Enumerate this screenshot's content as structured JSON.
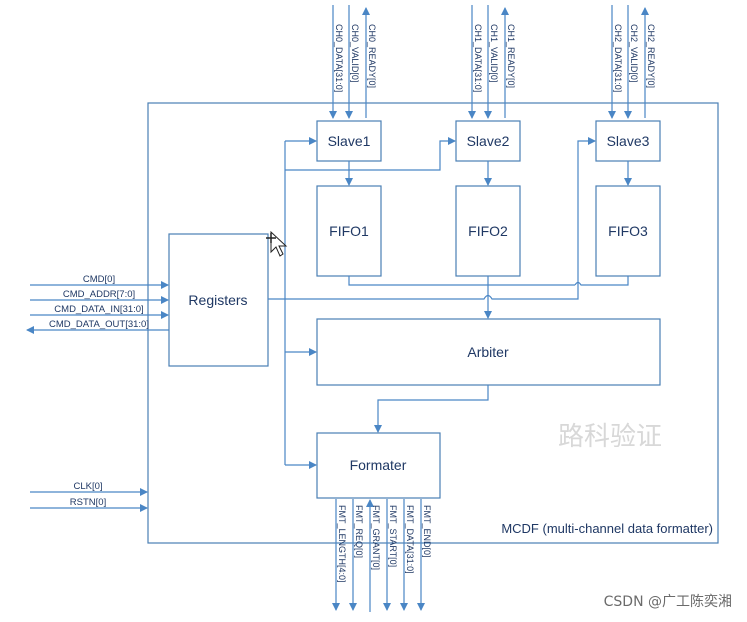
{
  "blocks": {
    "slave1": "Slave1",
    "slave2": "Slave2",
    "slave3": "Slave3",
    "fifo1": "FIFO1",
    "fifo2": "FIFO2",
    "fifo3": "FIFO3",
    "registers": "Registers",
    "arbiter": "Arbiter",
    "formater": "Formater"
  },
  "top_pins": {
    "ch0": [
      "CH0_DATA[31:0]",
      "CH0_VALID[0]",
      "CH0_READY[0]"
    ],
    "ch1": [
      "CH1_DATA[31:0]",
      "CH1_VALID[0]",
      "CH1_READY[0]"
    ],
    "ch2": [
      "CH2_DATA[31:0]",
      "CH2_VALID[0]",
      "CH2_READY[0]"
    ]
  },
  "left_pins": {
    "cmd": "CMD[0]",
    "cmd_addr": "CMD_ADDR[7:0]",
    "cmd_data_in": "CMD_DATA_IN[31:0]",
    "cmd_data_out": "CMD_DATA_OUT[31:0]",
    "clk": "CLK[0]",
    "rstn": "RSTN[0]"
  },
  "bottom_pins": [
    "FMT_LENGTH[4:0]",
    "FMT_REQ[0]",
    "FMT_GRANT[0]",
    "FMT_START[0]",
    "FMT_DATA[31:0]",
    "FMT_END[0]"
  ],
  "module_label": "MCDF (multi-channel data formatter)",
  "watermark": "路科验证",
  "credit": "CSDN @广工陈奕湘",
  "colors": {
    "wire": "#4a86c5",
    "box": "#4a7fb5",
    "text": "#1f3864"
  }
}
